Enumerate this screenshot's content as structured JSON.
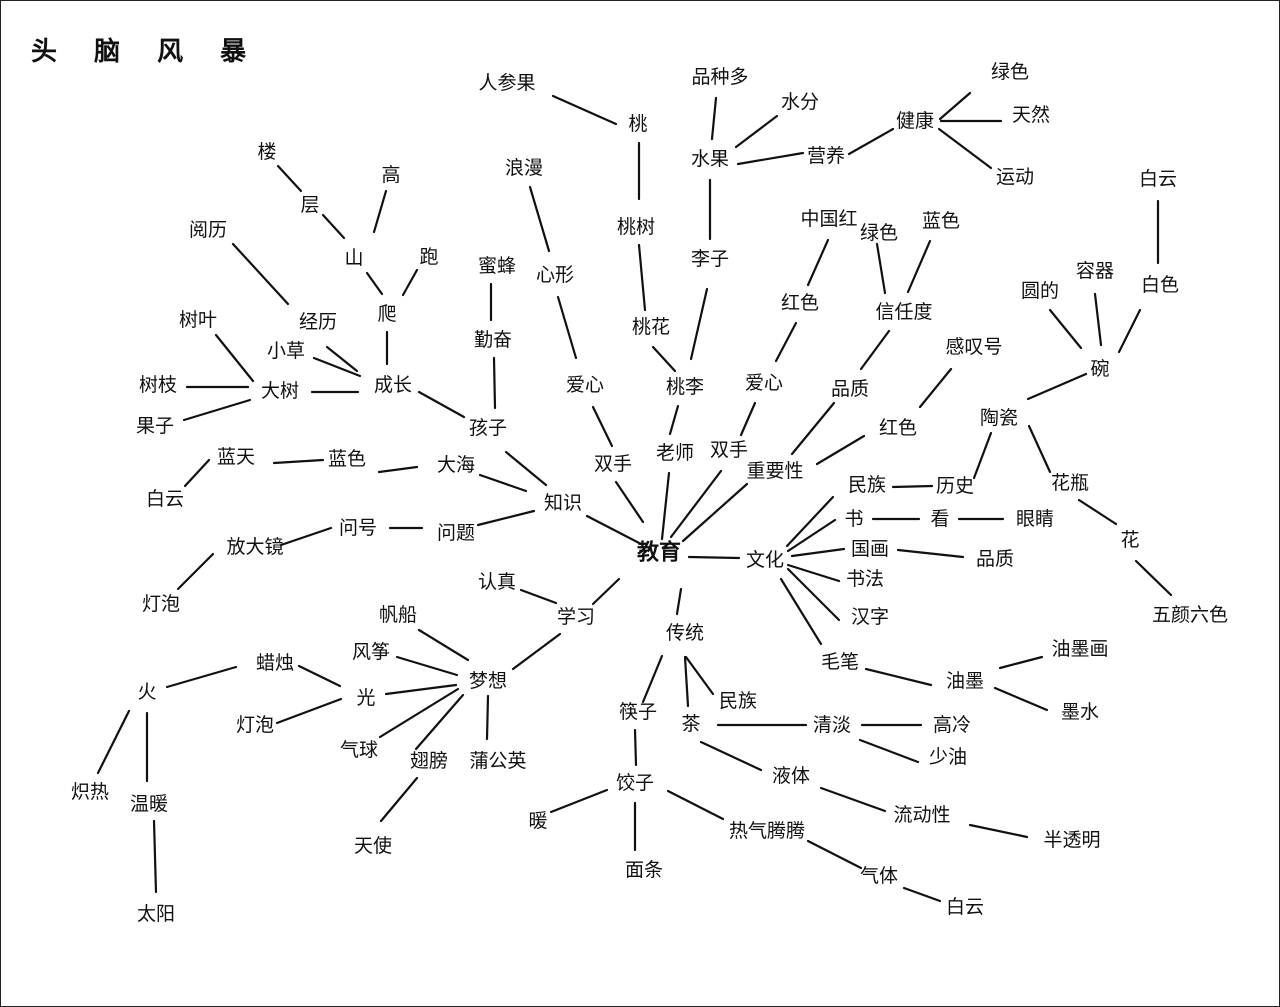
{
  "title": "头 脑 风 暴",
  "nodes": {
    "n_center": "教育",
    "n_zhishi": "知识",
    "n_shuangshou_l": "双手",
    "n_laoshi": "老师",
    "n_shuangshou_r": "双手",
    "n_zhongyaoxing": "重要性",
    "n_wenhua": "文化",
    "n_chuantong": "传统",
    "n_xuexi": "学习",
    "n_haizi": "孩子",
    "n_chengzhang": "成长",
    "n_pa": "爬",
    "n_pao": "跑",
    "n_shan": "山",
    "n_gao": "高",
    "n_ceng": "层",
    "n_lou": "楼",
    "n_jingli": "经历",
    "n_yueli": "阅历",
    "n_xiaocao": "小草",
    "n_dashu": "大树",
    "n_shuye": "树叶",
    "n_shuzhi": "树枝",
    "n_guozi": "果子",
    "n_qinfen": "勤奋",
    "n_mifeng": "蜜蜂",
    "n_dahai": "大海",
    "n_lanse_l": "蓝色",
    "n_lantian": "蓝天",
    "n_baiyun_l": "白云",
    "n_wenti": "问题",
    "n_wenhao": "问号",
    "n_fangdajing": "放大镜",
    "n_dengpao_l": "灯泡",
    "n_aixin_l": "爱心",
    "n_xinxing": "心形",
    "n_langman": "浪漫",
    "n_taoli": "桃李",
    "n_taohua": "桃花",
    "n_taoshu": "桃树",
    "n_tao": "桃",
    "n_renshenguo": "人参果",
    "n_lizi": "李子",
    "n_shuiguo": "水果",
    "n_pinzhongduo": "品种多",
    "n_shuifen": "水分",
    "n_yingyang": "营养",
    "n_jiankang": "健康",
    "n_lvse_top": "绿色",
    "n_tianran": "天然",
    "n_yundong": "运动",
    "n_aixin_r": "爱心",
    "n_hongse_top": "红色",
    "n_zhongguohong": "中国红",
    "n_pinzhi": "品质",
    "n_xinrendu": "信任度",
    "n_lvse_mid": "绿色",
    "n_lanse_mid": "蓝色",
    "n_hongse_mid": "红色",
    "n_gantanhao": "感叹号",
    "n_minzu_c": "民族",
    "n_lishi": "历史",
    "n_taoci": "陶瓷",
    "n_wan": "碗",
    "n_yuande": "圆的",
    "n_rongqi": "容器",
    "n_baise": "白色",
    "n_baiyun_r": "白云",
    "n_huaping": "花瓶",
    "n_hua": "花",
    "n_wuyanliuse": "五颜六色",
    "n_shu": "书",
    "n_kan": "看",
    "n_yanjing": "眼睛",
    "n_guohua": "国画",
    "n_pinzhi_r": "品质",
    "n_shufa": "书法",
    "n_hanzi": "汉字",
    "n_maobi": "毛笔",
    "n_youmo": "油墨",
    "n_youmohua": "油墨画",
    "n_moshui": "墨水",
    "n_renzhen": "认真",
    "n_mengxiang": "梦想",
    "n_fanchuan": "帆船",
    "n_fengzheng": "风筝",
    "n_guang": "光",
    "n_qiqiu": "气球",
    "n_chibang": "翅膀",
    "n_tianshi": "天使",
    "n_pugongying": "蒲公英",
    "n_lazhu": "蜡烛",
    "n_huo": "火",
    "n_zhire": "炽热",
    "n_wennuan": "温暖",
    "n_taiyang": "太阳",
    "n_dengpao_b": "灯泡",
    "n_kuaizi": "筷子",
    "n_jiaozi": "饺子",
    "n_nuan": "暖",
    "n_miantiao": "面条",
    "n_reqiteng": "热气腾腾",
    "n_qiti": "气体",
    "n_baiyun_b": "白云",
    "n_cha": "茶",
    "n_minzu_b": "民族",
    "n_qingdan": "清淡",
    "n_gaoleng": "高冷",
    "n_shaoyou": "少油",
    "n_yeti": "液体",
    "n_liudongxing": "流动性",
    "n_bantouming": "半透明"
  }
}
